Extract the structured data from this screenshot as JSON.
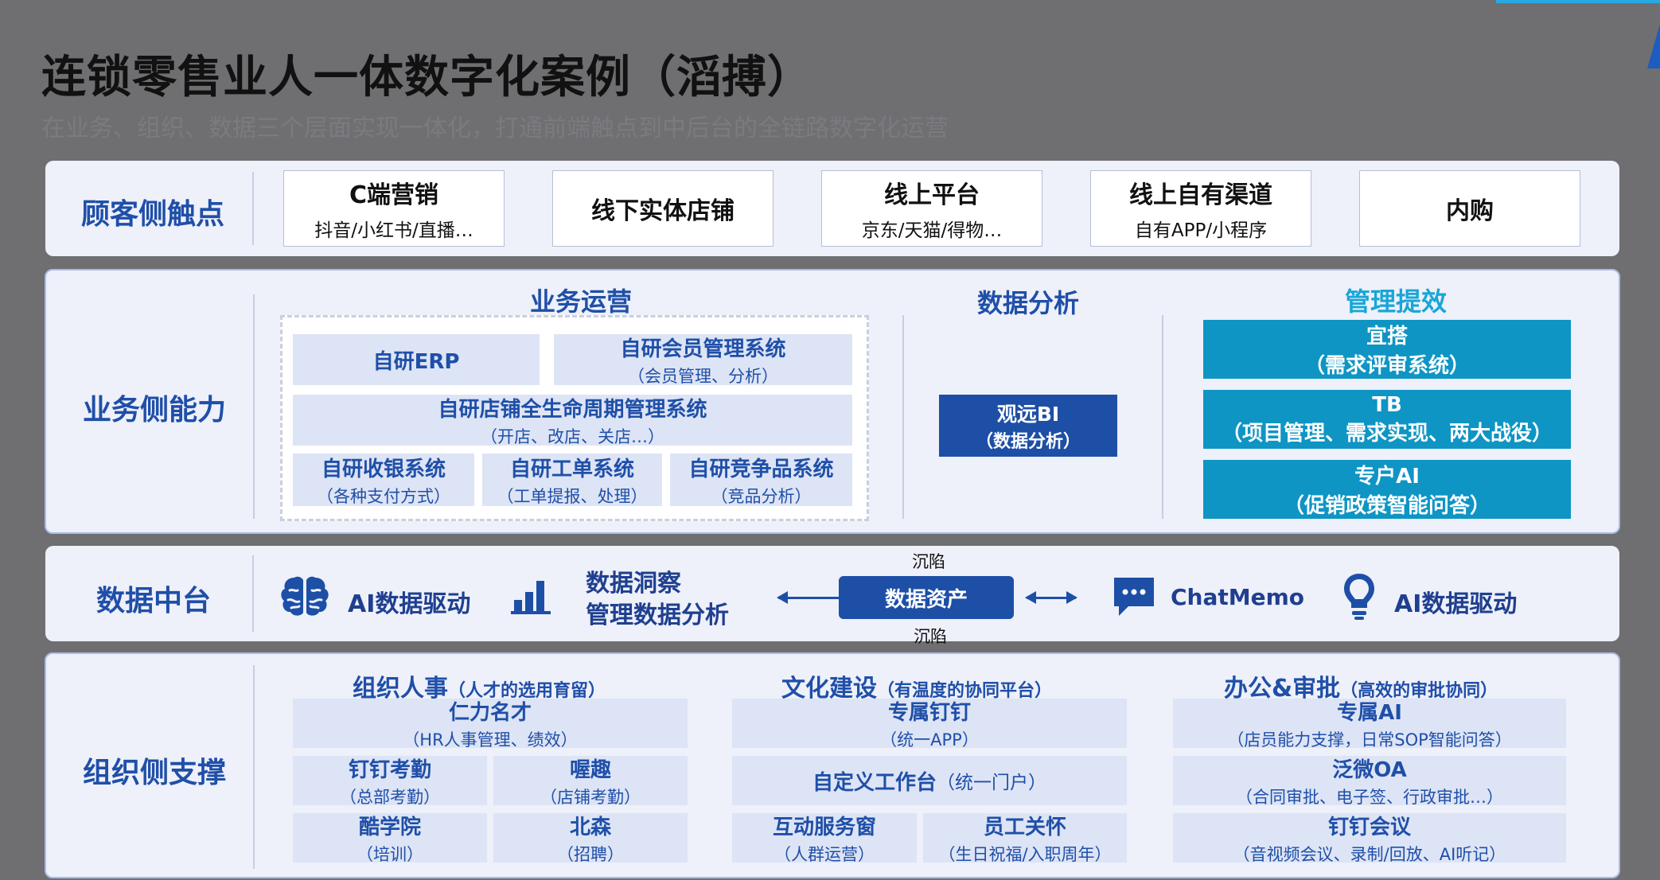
{
  "title": "连锁零售业人一体数字化案例（滔搏）",
  "subtitle": "在业务、组织、数据三个层面实现一体化，打通前端触点到中后台的全链路数字化运营",
  "rows": {
    "customer": "顾客侧触点",
    "business": "业务侧能力",
    "data": "数据中台",
    "org": "组织侧支撑"
  },
  "touchpoints": [
    {
      "main": "C端营销",
      "sub": "抖音/小红书/直播…"
    },
    {
      "main": "线下实体店铺",
      "sub": ""
    },
    {
      "main": "线上平台",
      "sub": "京东/天猫/得物…"
    },
    {
      "main": "线上自有渠道",
      "sub": "自有APP/小程序"
    },
    {
      "main": "内购",
      "sub": ""
    }
  ],
  "business": {
    "ops_title": "业务运营",
    "analysis_title": "数据分析",
    "mgmt_title": "管理提效",
    "erp": "自研ERP",
    "member": {
      "main": "自研会员管理系统",
      "sub": "（会员管理、分析）"
    },
    "store": {
      "main": "自研店铺全生命周期管理系统",
      "sub": "（开店、改店、关店…）"
    },
    "pos": {
      "main": "自研收银系统",
      "sub": "（各种支付方式）"
    },
    "ticket": {
      "main": "自研工单系统",
      "sub": "（工单提报、处理）"
    },
    "compete": {
      "main": "自研竞争品系统",
      "sub": "（竞品分析）"
    },
    "bi": {
      "main": "观远BI",
      "sub": "（数据分析）"
    },
    "yida": {
      "main": "宜搭",
      "sub": "（需求评审系统）"
    },
    "tb": {
      "main": "TB",
      "sub": "（项目管理、需求实现、两大战役）"
    },
    "ai": {
      "main": "专户AI",
      "sub": "（促销政策智能问答）"
    }
  },
  "datahub": {
    "ai_drive_1": "AI数据驱动",
    "insight_1": "数据洞察",
    "insight_2": "管理数据分析",
    "sink_top": "沉陷",
    "asset": "数据资产",
    "sink_bottom": "沉陷",
    "chatmemo": "ChatMemo",
    "ai_drive_2": "AI数据驱动"
  },
  "org": {
    "hr_title": "组织人事",
    "hr_sub": "（人才的选用育留）",
    "culture_title": "文化建设",
    "culture_sub": "（有温度的协同平台）",
    "office_title": "办公&审批",
    "office_sub": "（高效的审批协同）",
    "renli": {
      "main": "仁力名才",
      "sub": "（HR人事管理、绩效）"
    },
    "kaoqin": {
      "main": "钉钉考勤",
      "sub": "（总部考勤）"
    },
    "woqu": {
      "main": "喔趣",
      "sub": "（店铺考勤）"
    },
    "kuxue": {
      "main": "酷学院",
      "sub": "（培训）"
    },
    "beisen": {
      "main": "北森",
      "sub": "（招聘）"
    },
    "dingding": {
      "main": "专属钉钉",
      "sub": "（统一APP）"
    },
    "workbench": {
      "main": "自定义工作台",
      "sub": "（统一门户）"
    },
    "service": {
      "main": "互动服务窗",
      "sub": "（人群运营）"
    },
    "care": {
      "main": "员工关怀",
      "sub": "（生日祝福/入职周年）"
    },
    "zhuanai": {
      "main": "专属AI",
      "sub": "（店员能力支撑，日常SOP智能问答）"
    },
    "fanwei": {
      "main": "泛微OA",
      "sub": "（合同审批、电子签、行政审批…）"
    },
    "meeting": {
      "main": "钉钉会议",
      "sub": "（音视频会议、录制/回放、AI听记）"
    }
  },
  "colors": {
    "accent": "#1d4fa6",
    "cyan": "#0e95c4",
    "light": "#dde4f5"
  }
}
